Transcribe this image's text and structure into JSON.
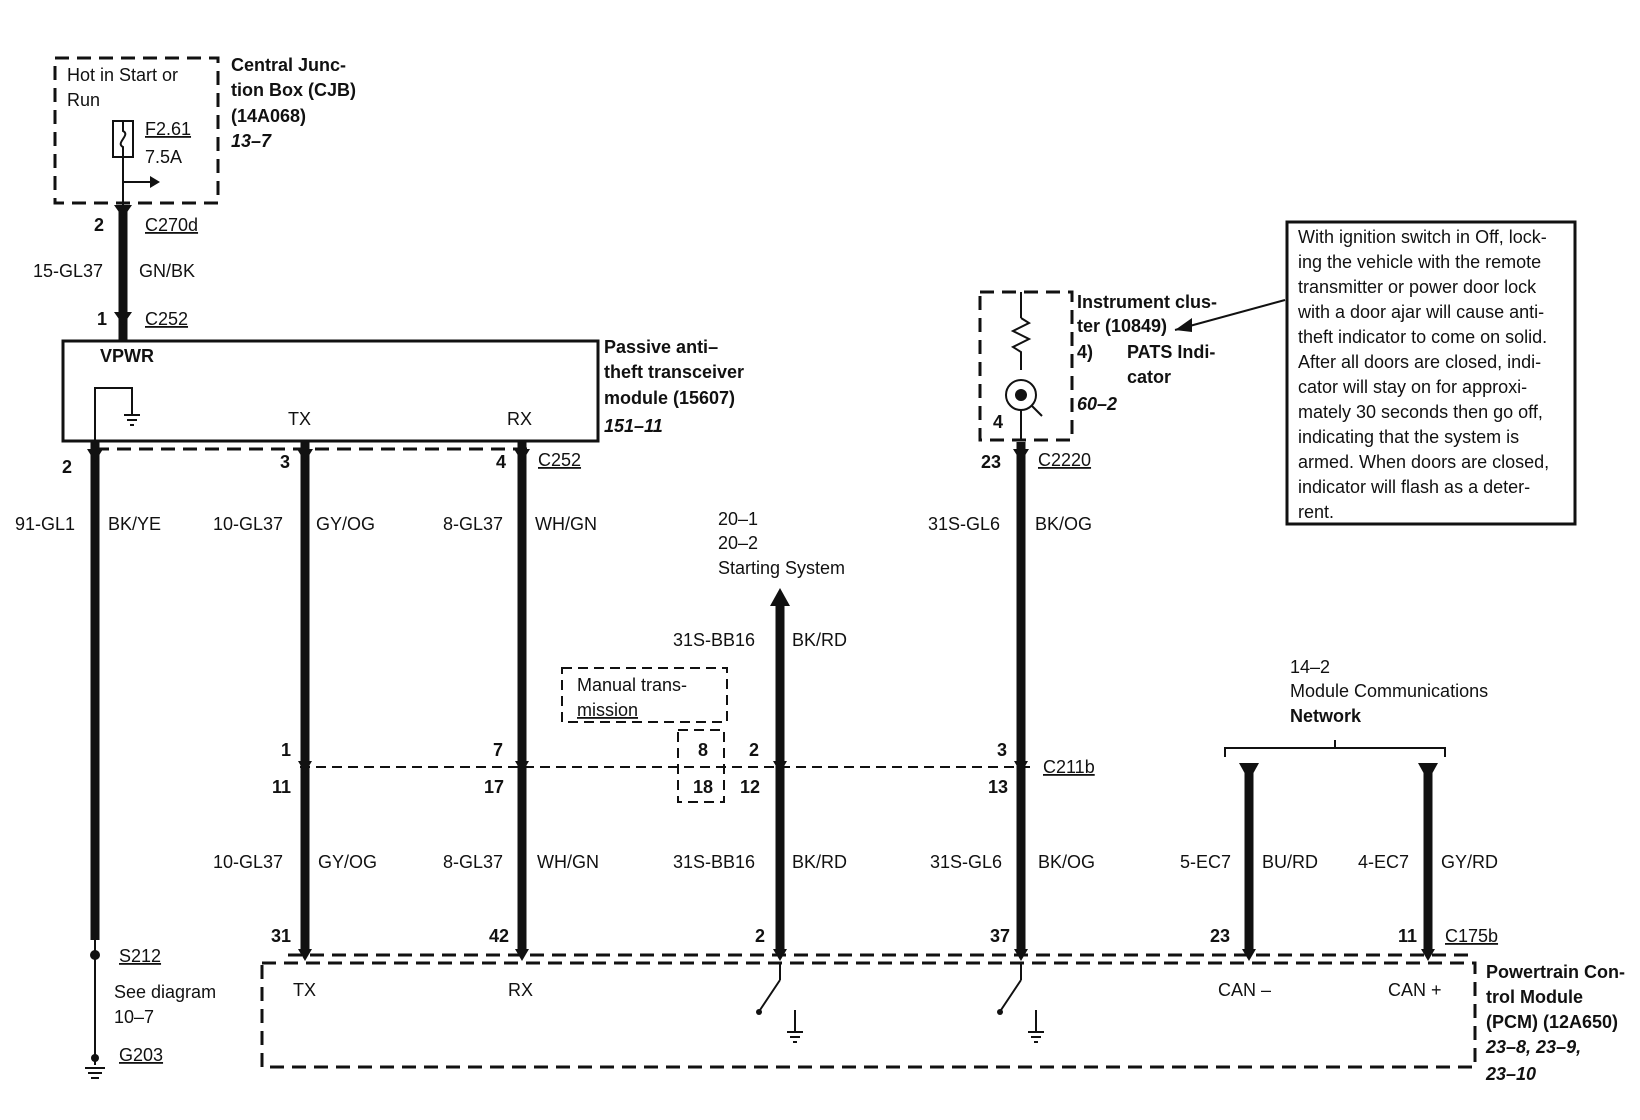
{
  "cjb": {
    "label1": "Hot in Start or",
    "label2": "Run",
    "fuse_id": "F2.61",
    "fuse_rating": "7.5A",
    "name1": "Central Junc-",
    "name2": "tion Box (CJB)",
    "part": "(14A068)",
    "ref": "13–7"
  },
  "cjb_wire": {
    "pin_top": "2",
    "connector_top": "C270d",
    "circuit": "15-GL37",
    "color": "GN/BK",
    "pin_bottom": "1",
    "connector_bottom": "C252"
  },
  "pats_module": {
    "vpwr": "VPWR",
    "tx": "TX",
    "rx": "RX",
    "name1": "Passive anti–",
    "name2": "theft transceiver",
    "name3": "module (15607)",
    "ref": "151–11",
    "pin_gnd": "2",
    "pin_tx": "3",
    "pin_rx": "4",
    "connector": "C252"
  },
  "wires_upper": {
    "gnd_circuit": "91-GL1",
    "gnd_color": "BK/YE",
    "tx_circuit": "10-GL37",
    "tx_color": "GY/OG",
    "rx_circuit": "8-GL37",
    "rx_color": "WH/GN"
  },
  "starting": {
    "ref1": "20–1",
    "ref2": "20–2",
    "label": "Starting System",
    "circuit": "31S-BB16",
    "color": "BK/RD"
  },
  "manual_trans": {
    "line1": "Manual trans-",
    "line2": "mission"
  },
  "instrument": {
    "name1": "Instrument clus-",
    "name2": "ter (10849)",
    "pin_note": "4)",
    "indicator1": "PATS Indi-",
    "indicator2": "cator",
    "ref": "60–2",
    "pin_inside": "4",
    "pin_outside": "23",
    "connector": "C2220",
    "circuit": "31S-GL6",
    "color": "BK/OG"
  },
  "note": {
    "lines": [
      "With ignition switch in Off, lock-",
      "ing the vehicle with the remote",
      "transmitter or power door lock",
      "with a door ajar will cause anti-",
      "theft indicator to come on solid.",
      "After all doors are closed, indi-",
      "cator will stay on for approxi-",
      "mately 30 seconds then go off,",
      "indicating that the system is",
      "armed. When doors are closed,",
      "indicator will flash as a deter-",
      "rent."
    ]
  },
  "c211b": {
    "connector": "C211b",
    "top_pins": [
      "1",
      "7",
      "8",
      "2",
      "3"
    ],
    "bottom_pins": [
      "11",
      "17",
      "18",
      "12",
      "13"
    ]
  },
  "network": {
    "ref": "14–2",
    "label1": "Module Communications",
    "label2": "Network"
  },
  "wires_lower": {
    "tx_circuit": "10-GL37",
    "tx_color": "GY/OG",
    "rx_circuit": "8-GL37",
    "rx_color": "WH/GN",
    "start_circuit": "31S-BB16",
    "start_color": "BK/RD",
    "ind_circuit": "31S-GL6",
    "ind_color": "BK/OG",
    "canl_circuit": "5-EC7",
    "canl_color": "BU/RD",
    "canh_circuit": "4-EC7",
    "canh_color": "GY/RD"
  },
  "pcm": {
    "pins": [
      "31",
      "42",
      "2",
      "37",
      "23",
      "11"
    ],
    "connector": "C175b",
    "tx": "TX",
    "rx": "RX",
    "canl": "CAN –",
    "canh": "CAN +",
    "name1": "Powertrain Con-",
    "name2": "trol Module",
    "name3": "(PCM) (12A650)",
    "ref1": "23–8, 23–9,",
    "ref2": "23–10"
  },
  "ground": {
    "splice": "S212",
    "see1": "See diagram",
    "see2": "10–7",
    "ground": "G203"
  }
}
